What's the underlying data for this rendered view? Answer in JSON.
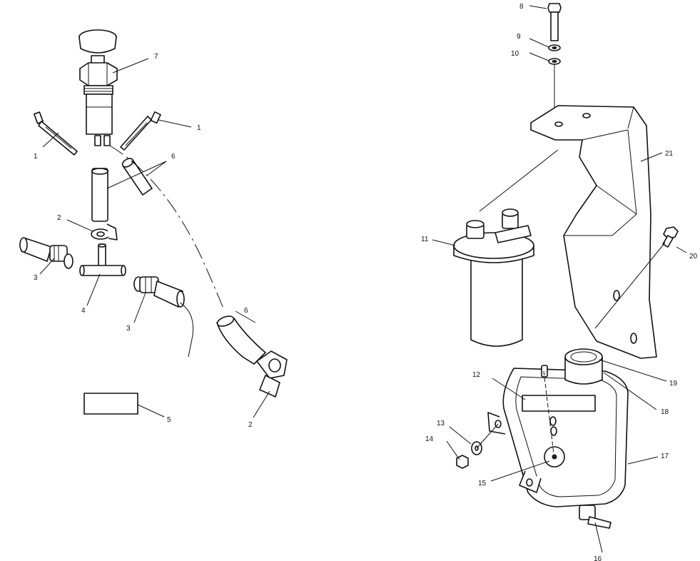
{
  "diagram": {
    "callouts": [
      {
        "id": "c1a",
        "label": "1"
      },
      {
        "id": "c1b",
        "label": "1"
      },
      {
        "id": "c2a",
        "label": "2"
      },
      {
        "id": "c2b",
        "label": "2"
      },
      {
        "id": "c3a",
        "label": "3"
      },
      {
        "id": "c3b",
        "label": "3"
      },
      {
        "id": "c4",
        "label": "4"
      },
      {
        "id": "c5",
        "label": "5"
      },
      {
        "id": "c6a",
        "label": "6"
      },
      {
        "id": "c6b",
        "label": "6"
      },
      {
        "id": "c7",
        "label": "7"
      },
      {
        "id": "c8",
        "label": "8"
      },
      {
        "id": "c9",
        "label": "9"
      },
      {
        "id": "c10",
        "label": "10"
      },
      {
        "id": "c11",
        "label": "11"
      },
      {
        "id": "c12",
        "label": "12"
      },
      {
        "id": "c13",
        "label": "13"
      },
      {
        "id": "c14",
        "label": "14"
      },
      {
        "id": "c15",
        "label": "15"
      },
      {
        "id": "c16",
        "label": "16"
      },
      {
        "id": "c17",
        "label": "17"
      },
      {
        "id": "c18",
        "label": "18"
      },
      {
        "id": "c19",
        "label": "19"
      },
      {
        "id": "c20",
        "label": "20"
      },
      {
        "id": "c21",
        "label": "21"
      }
    ]
  }
}
